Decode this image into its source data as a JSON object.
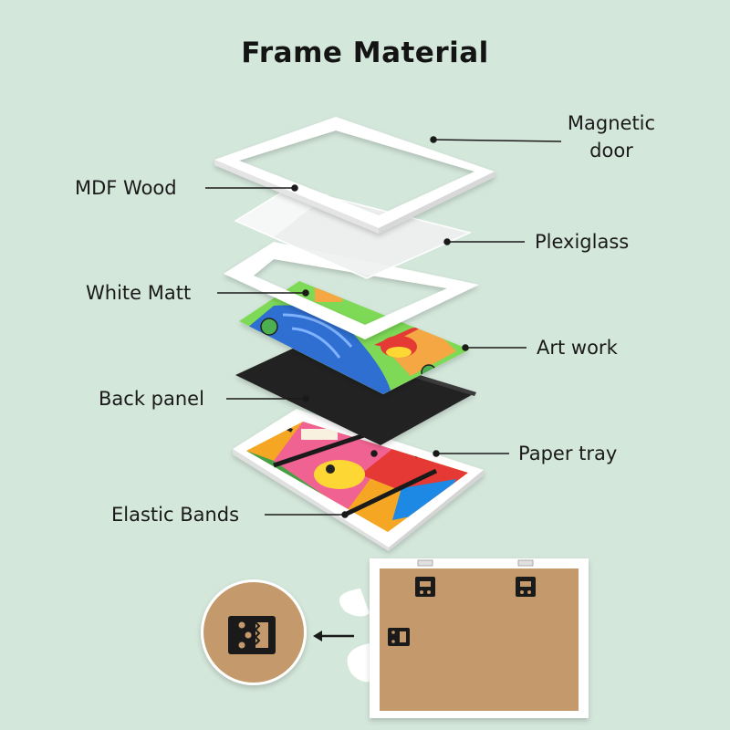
{
  "title": "Frame Material",
  "labels": {
    "magnetic_door_line1": "Magnetic",
    "magnetic_door_line2": "door",
    "mdf_wood": "MDF Wood",
    "plexiglass": "Plexiglass",
    "white_matt": "White Matt",
    "art_work": "Art work",
    "back_panel": "Back panel",
    "paper_tray": "Paper tray",
    "elastic_bands": "Elastic Bands"
  },
  "colors": {
    "background": "#d4e7db",
    "frame_white": "#ffffff",
    "back_panel": "#1e1e1e",
    "cork_board": "#c49a6c",
    "leader_line": "#1a1a1a"
  },
  "icons": [
    "magnet-clip-icon",
    "sawtooth-hanger-icon",
    "arrow-left-icon"
  ]
}
